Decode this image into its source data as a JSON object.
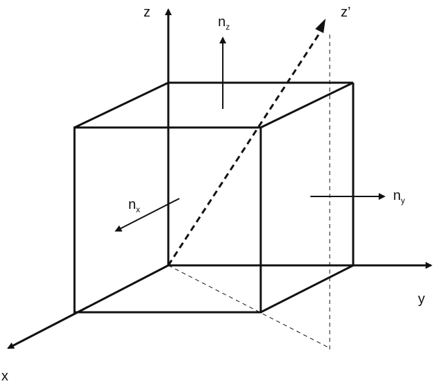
{
  "axes": {
    "z": "z",
    "z_prime": "z’",
    "y": "y",
    "x": "x"
  },
  "normals": {
    "nz": {
      "base": "n",
      "sub": "z"
    },
    "nx": {
      "base": "n",
      "sub": "x"
    },
    "ny": {
      "base": "n",
      "sub": "y"
    }
  },
  "colors": {
    "stroke": "#111111",
    "background": "#ffffff"
  }
}
